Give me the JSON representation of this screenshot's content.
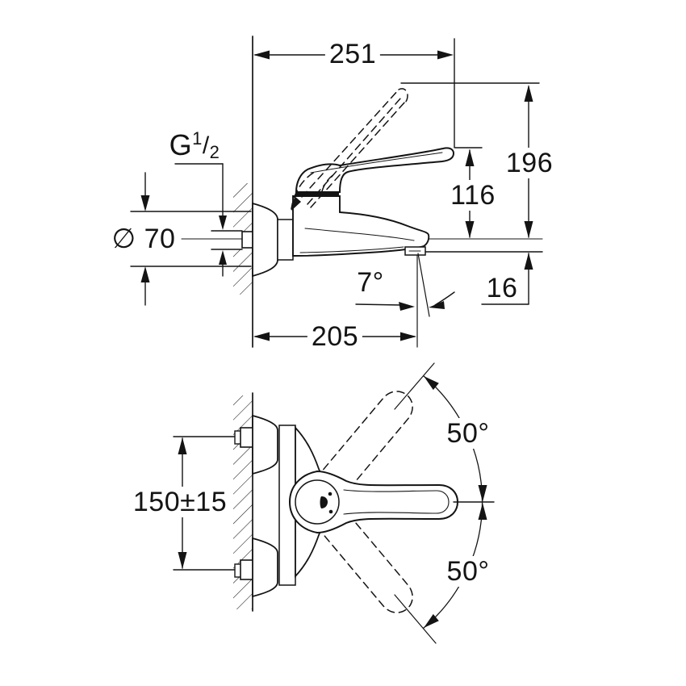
{
  "page": {
    "background": "#ffffff",
    "ink": "#141414"
  },
  "side_view": {
    "dims": {
      "overall_depth": "251",
      "thread": {
        "base": "G",
        "sup": "1",
        "slash": "/",
        "sub": "2"
      },
      "flange_diameter": "∅ 70",
      "overall_height": "196",
      "lever_height": "116",
      "outlet_drop": "16",
      "stream_angle": "7°",
      "spout_reach": "205"
    }
  },
  "plan_view": {
    "dims": {
      "connection_centers": "150±15",
      "swing_upper": "50°",
      "swing_lower": "50°"
    }
  }
}
